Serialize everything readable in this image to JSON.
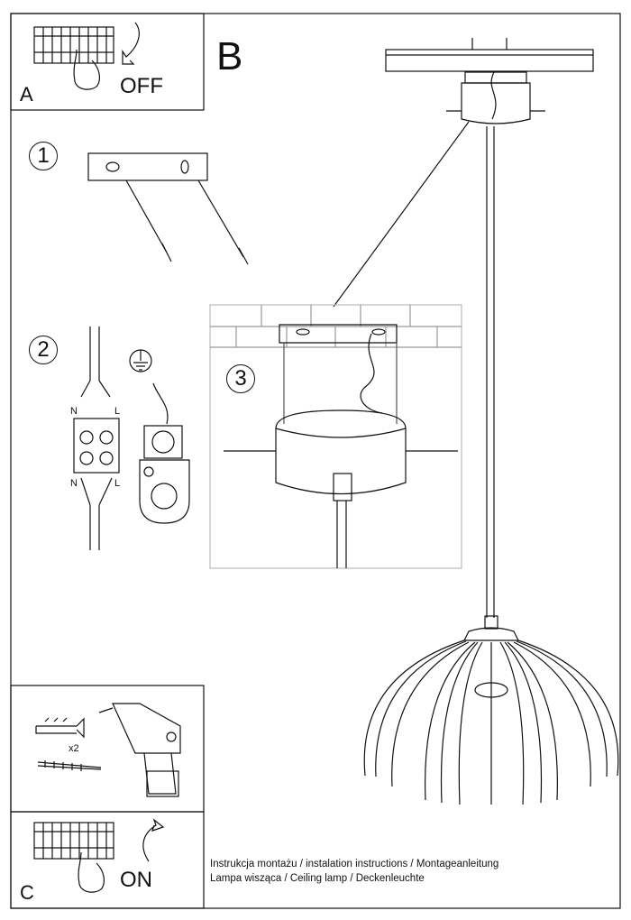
{
  "panel_a": {
    "letter": "A",
    "action": "OFF"
  },
  "panel_b": {
    "letter": "B"
  },
  "steps": {
    "step1": "1",
    "step2": "2",
    "step3": "3"
  },
  "wiring": {
    "neutral_top": "N",
    "live_top": "L",
    "neutral_bottom": "N",
    "live_bottom": "L"
  },
  "tools": {
    "quantity": "x2"
  },
  "panel_c": {
    "letter": "C",
    "action": "ON"
  },
  "caption": {
    "line1": "Instrukcja montażu / instalation instructions / Montageanleitung",
    "line2": "Lampa wisząca / Ceiling lamp  / Deckenleuchte"
  }
}
